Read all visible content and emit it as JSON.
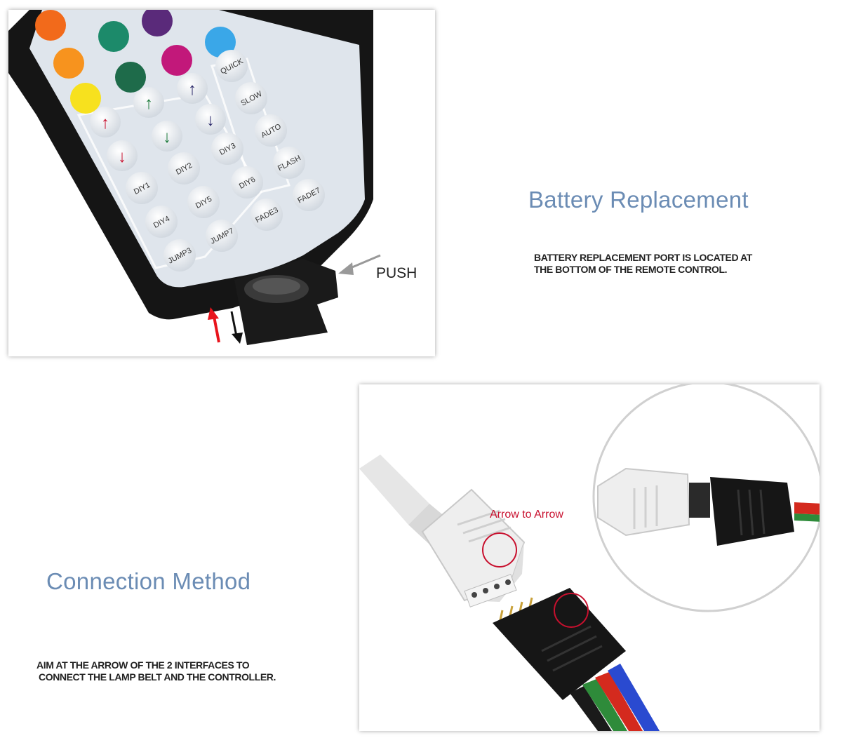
{
  "battery": {
    "title": "Battery Replacement",
    "caption_line1": "BATTERY REPLACEMENT PORT IS LOCATED AT",
    "caption_line2": "THE BOTTOM OF THE REMOTE CONTROL.",
    "push_label": "PUSH"
  },
  "remote": {
    "buttons": {
      "quick": "QUICK",
      "slow": "SLOW",
      "auto": "AUTO",
      "flash": "FLASH",
      "fade7_side": "FADE7",
      "diy1": "DIY1",
      "diy2": "DIY2",
      "diy3": "DIY3",
      "diy4": "DIY4",
      "diy5": "DIY5",
      "diy6": "DIY6",
      "fade3": "FADE3",
      "jump3": "JUMP3",
      "jump7": "JUMP7"
    },
    "color_keys": [
      "#f26a1b",
      "#1c8a6a",
      "#5a2a7a",
      "#3aa7e8",
      "#f7931e",
      "#1e6b4a",
      "#c2187a",
      "#f7e11e"
    ],
    "arrow_colors": [
      "#c8102e",
      "#1c7a3a",
      "#2c2a6a"
    ]
  },
  "connection": {
    "title": "Connection Method",
    "caption_line1": "AIM AT THE ARROW OF THE 2 INTERFACES TO",
    "caption_line2": "CONNECT THE LAMP BELT AND THE CONTROLLER.",
    "arrow_label": "Arrow to Arrow",
    "highlight_color": "#c8102e"
  }
}
